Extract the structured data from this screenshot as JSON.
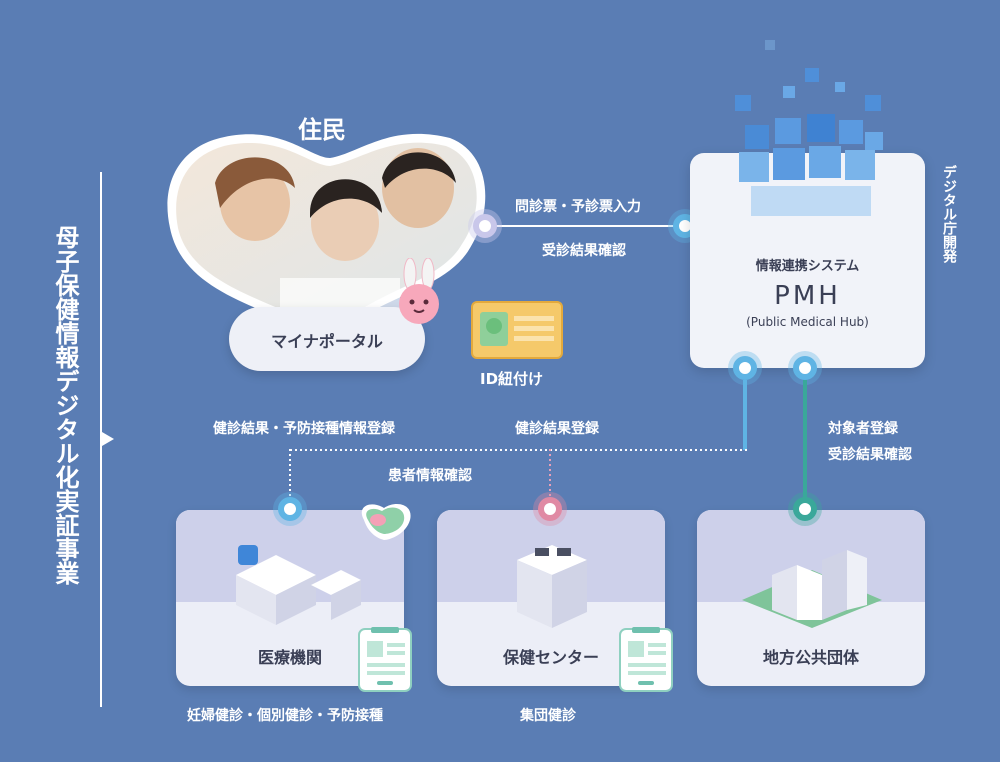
{
  "title": "母子保健情報デジタル化実証事業",
  "resident": {
    "label": "住民",
    "portal": "マイナポータル"
  },
  "id_link": "ID紐付け",
  "links": {
    "monshin": "問診票・予診票入力",
    "result_confirm": "受診結果確認",
    "kenshin_register": "健診結果・予防接種情報登録",
    "kenshin_result_register": "健診結果登録",
    "patient_confirm": "患者情報確認",
    "target_register": "対象者登録",
    "target_result_confirm": "受診結果確認"
  },
  "pmh": {
    "caption": "情報連携システム",
    "name": "PMH",
    "full": "(Public Medical Hub)",
    "developer": "デジタル庁開発"
  },
  "orgs": [
    {
      "name": "医療機関",
      "note": "妊婦健診・個別健診・予防接種"
    },
    {
      "name": "保健センター",
      "note": "集団健診"
    },
    {
      "name": "地方公共団体",
      "note": ""
    }
  ],
  "colors": {
    "bg": "#5a7db4",
    "blue": "#5fb4e4",
    "pink": "#e08aa4",
    "green": "#3aa89a"
  }
}
